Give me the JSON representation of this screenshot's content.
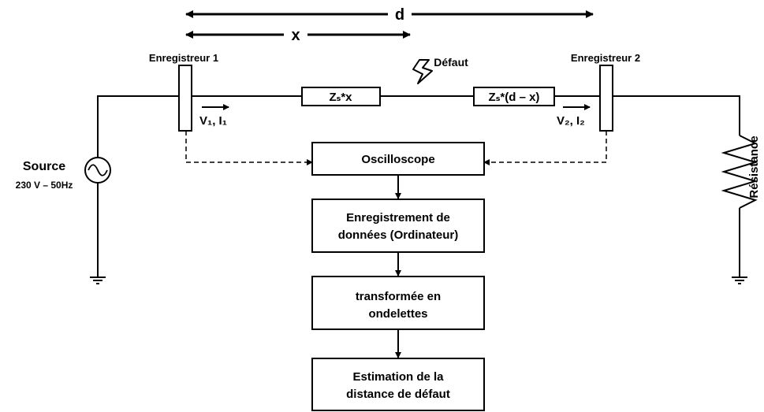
{
  "labels": {
    "d": "d",
    "x": "x",
    "defaut": "Défaut",
    "recorder1": "Enregistreur 1",
    "recorder2": "Enregistreur 2",
    "source": "Source",
    "source_rating": "230 V – 50Hz",
    "resistance": "Résistance",
    "v1_i1": "V₁, I₁",
    "v2_i2": "V₂, I₂"
  },
  "impedances": {
    "left": "Zₛ*x",
    "right": "Zₛ*(d – x)"
  },
  "blocks": {
    "oscilloscope": "Oscilloscope",
    "data_recording": [
      "Enregistrement de",
      "données (Ordinateur)"
    ],
    "wavelet": [
      "transformée en",
      "ondelettes"
    ],
    "estimation": [
      "Estimation de la",
      "distance de défaut"
    ]
  }
}
